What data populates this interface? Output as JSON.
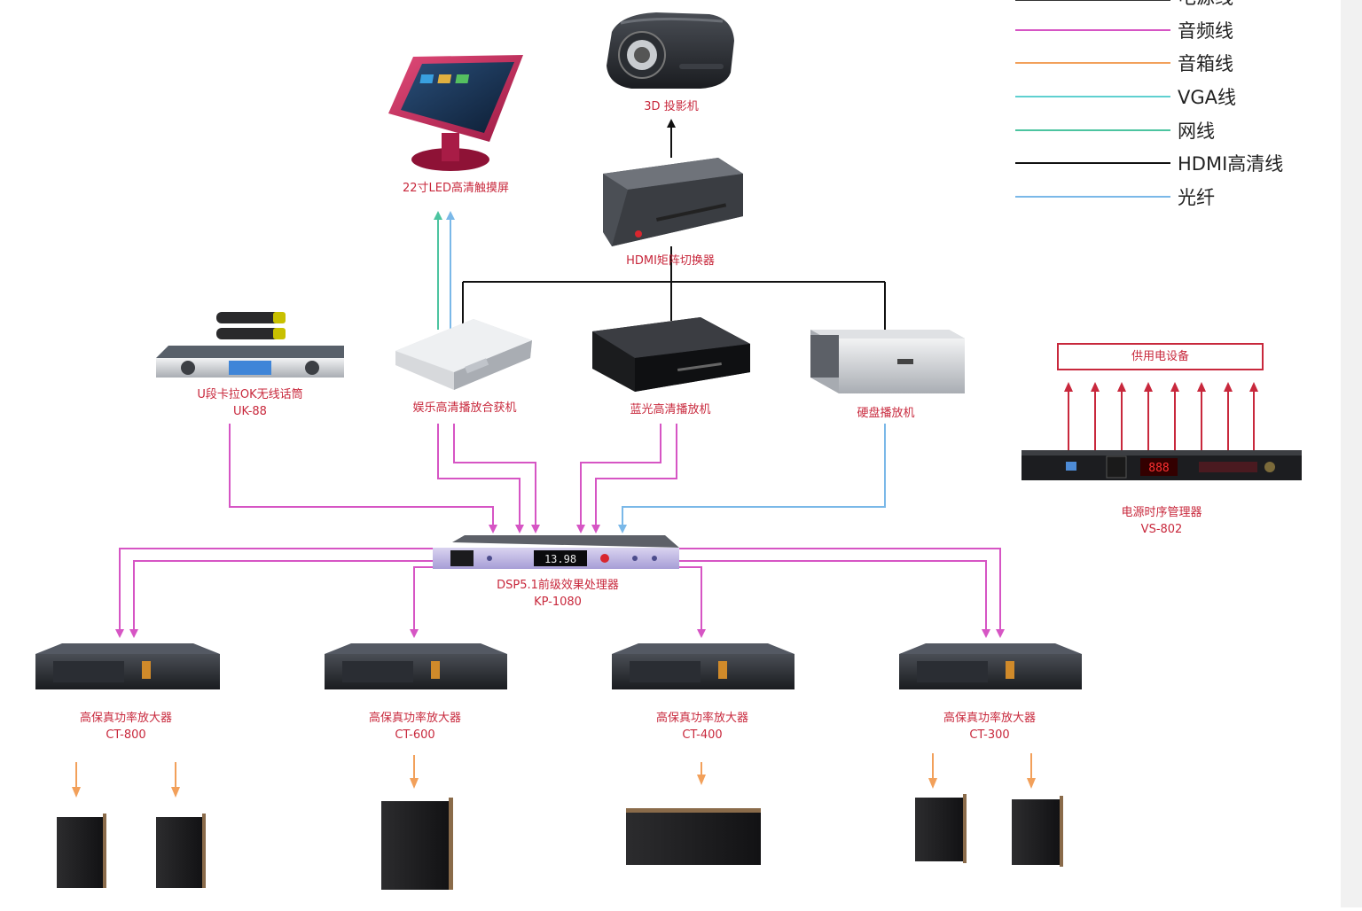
{
  "legend": {
    "items": [
      {
        "label": "电源线",
        "color": "#333333"
      },
      {
        "label": "音频线",
        "color": "#d655c4"
      },
      {
        "label": "音箱线",
        "color": "#f2a05a"
      },
      {
        "label": "VGA线",
        "color": "#5fd0d0"
      },
      {
        "label": "网线",
        "color": "#4cc4a0"
      },
      {
        "label": "HDMI高清线",
        "color": "#111111"
      },
      {
        "label": "光纤",
        "color": "#7ab8e8"
      }
    ]
  },
  "devices": {
    "projector": {
      "label": "3D 投影机"
    },
    "touchscreen": {
      "label": "22寸LED高清触摸屏"
    },
    "hdmi_switch": {
      "label": "HDMI矩阵切换器"
    },
    "wireless_mic": {
      "label": "U段卡拉OK无线话筒",
      "model": "UK-88"
    },
    "karaoke_player": {
      "label": "娱乐高清播放合获机"
    },
    "bluray_player": {
      "label": "蓝光高清播放机"
    },
    "hdd_player": {
      "label": "硬盘播放机"
    },
    "power_sequencer_target": {
      "label": "供用电设备"
    },
    "power_sequencer": {
      "label": "电源时序管理器",
      "model": "VS-802"
    },
    "processor": {
      "label": "DSP5.1前级效果处理器",
      "model": "KP-1080"
    },
    "amp1": {
      "label": "高保真功率放大器",
      "model": "CT-800"
    },
    "amp2": {
      "label": "高保真功率放大器",
      "model": "CT-600"
    },
    "amp3": {
      "label": "高保真功率放大器",
      "model": "CT-400"
    },
    "amp4": {
      "label": "高保真功率放大器",
      "model": "CT-300"
    },
    "processor_display": "13.98",
    "sequencer_display": "888"
  },
  "colors": {
    "audio": "#d655c4",
    "speaker": "#f2a05a",
    "vga": "#5fd0d0",
    "network": "#4cc4a0",
    "hdmi": "#111111",
    "fiber": "#7ab8e8",
    "power": "#c8283c",
    "label": "#c8283c"
  }
}
